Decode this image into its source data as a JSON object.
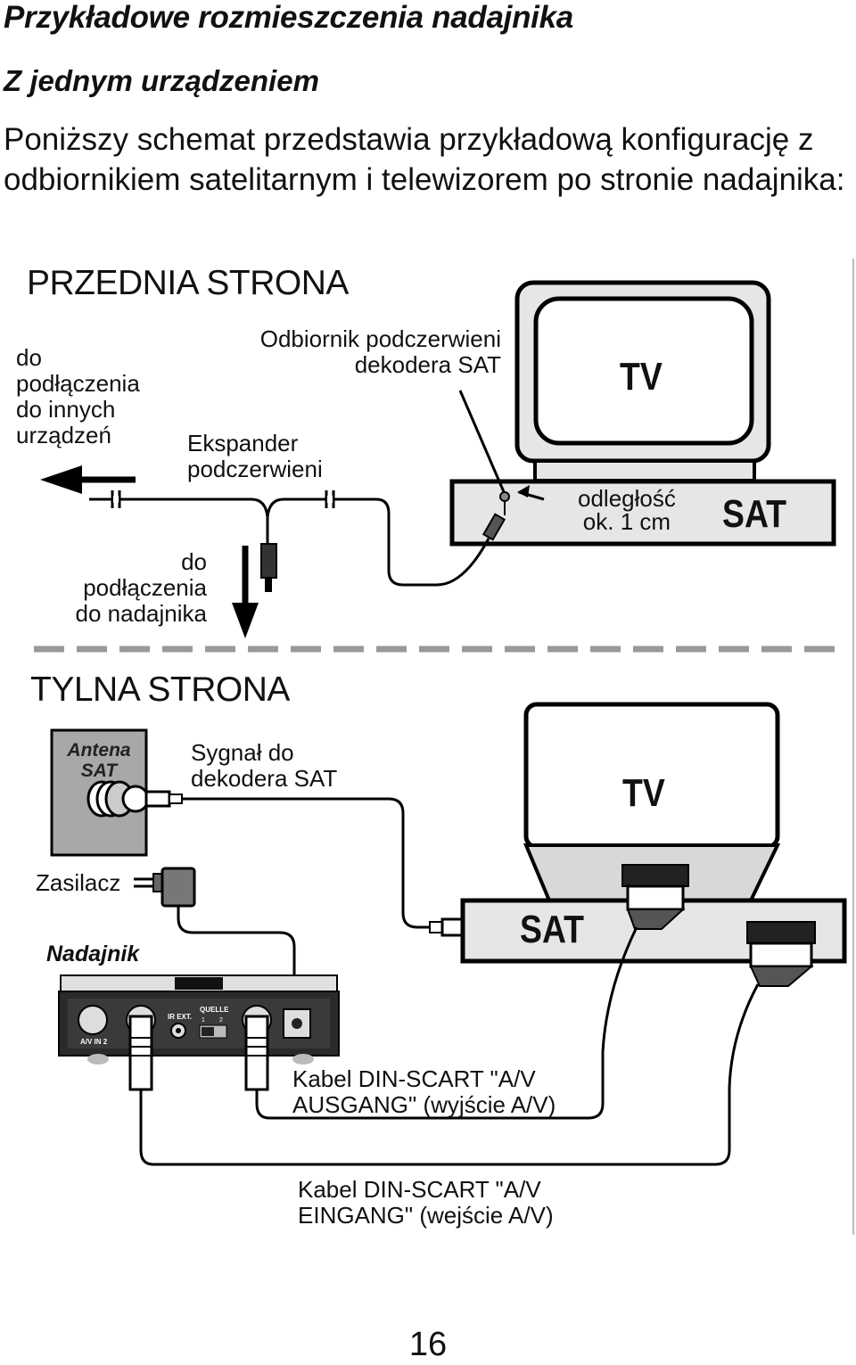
{
  "heading": "Przykładowe rozmieszczenia nadajnika",
  "subheading": "Z jednym urządzeniem",
  "intro": "Poniższy schemat przedstawia przykładową konfigurację z odbiornikiem satelitarnym i telewizorem po stronie nadajnika:",
  "front": {
    "title": "PRZEDNIA STRONA",
    "to_other_devices": "do\npodłączenia\ndo innych\nurządzeń",
    "ir_receiver": "Odbiornik podczerwieni\ndekodera SAT",
    "ir_expander": "Ekspander\npodczerwieni",
    "distance": "odległość\nok. 1 cm",
    "to_transmitter": "do\npodłączenia\ndo nadajnika",
    "tv_label": "TV",
    "sat_label": "SAT"
  },
  "back": {
    "title": "TYLNA STRONA",
    "antenna": "Antena\nSAT",
    "signal": "Sygnał do\ndekodera SAT",
    "power_supply": "Zasilacz",
    "transmitter": "Nadajnik",
    "tv_label": "TV",
    "sat_label": "SAT",
    "cable_out": "Kabel DIN-SCART \"A/V\nAUSGANG\" (wyjście A/V)",
    "cable_in": "Kabel DIN-SCART \"A/V\nEINGANG\" (wejście A/V)",
    "panel": {
      "av_in2": "A/V IN 2",
      "ir_ext": "IR EXT.",
      "quelle": "QUELLE",
      "pos1": "1",
      "pos2": "2"
    }
  },
  "page_number": "16"
}
